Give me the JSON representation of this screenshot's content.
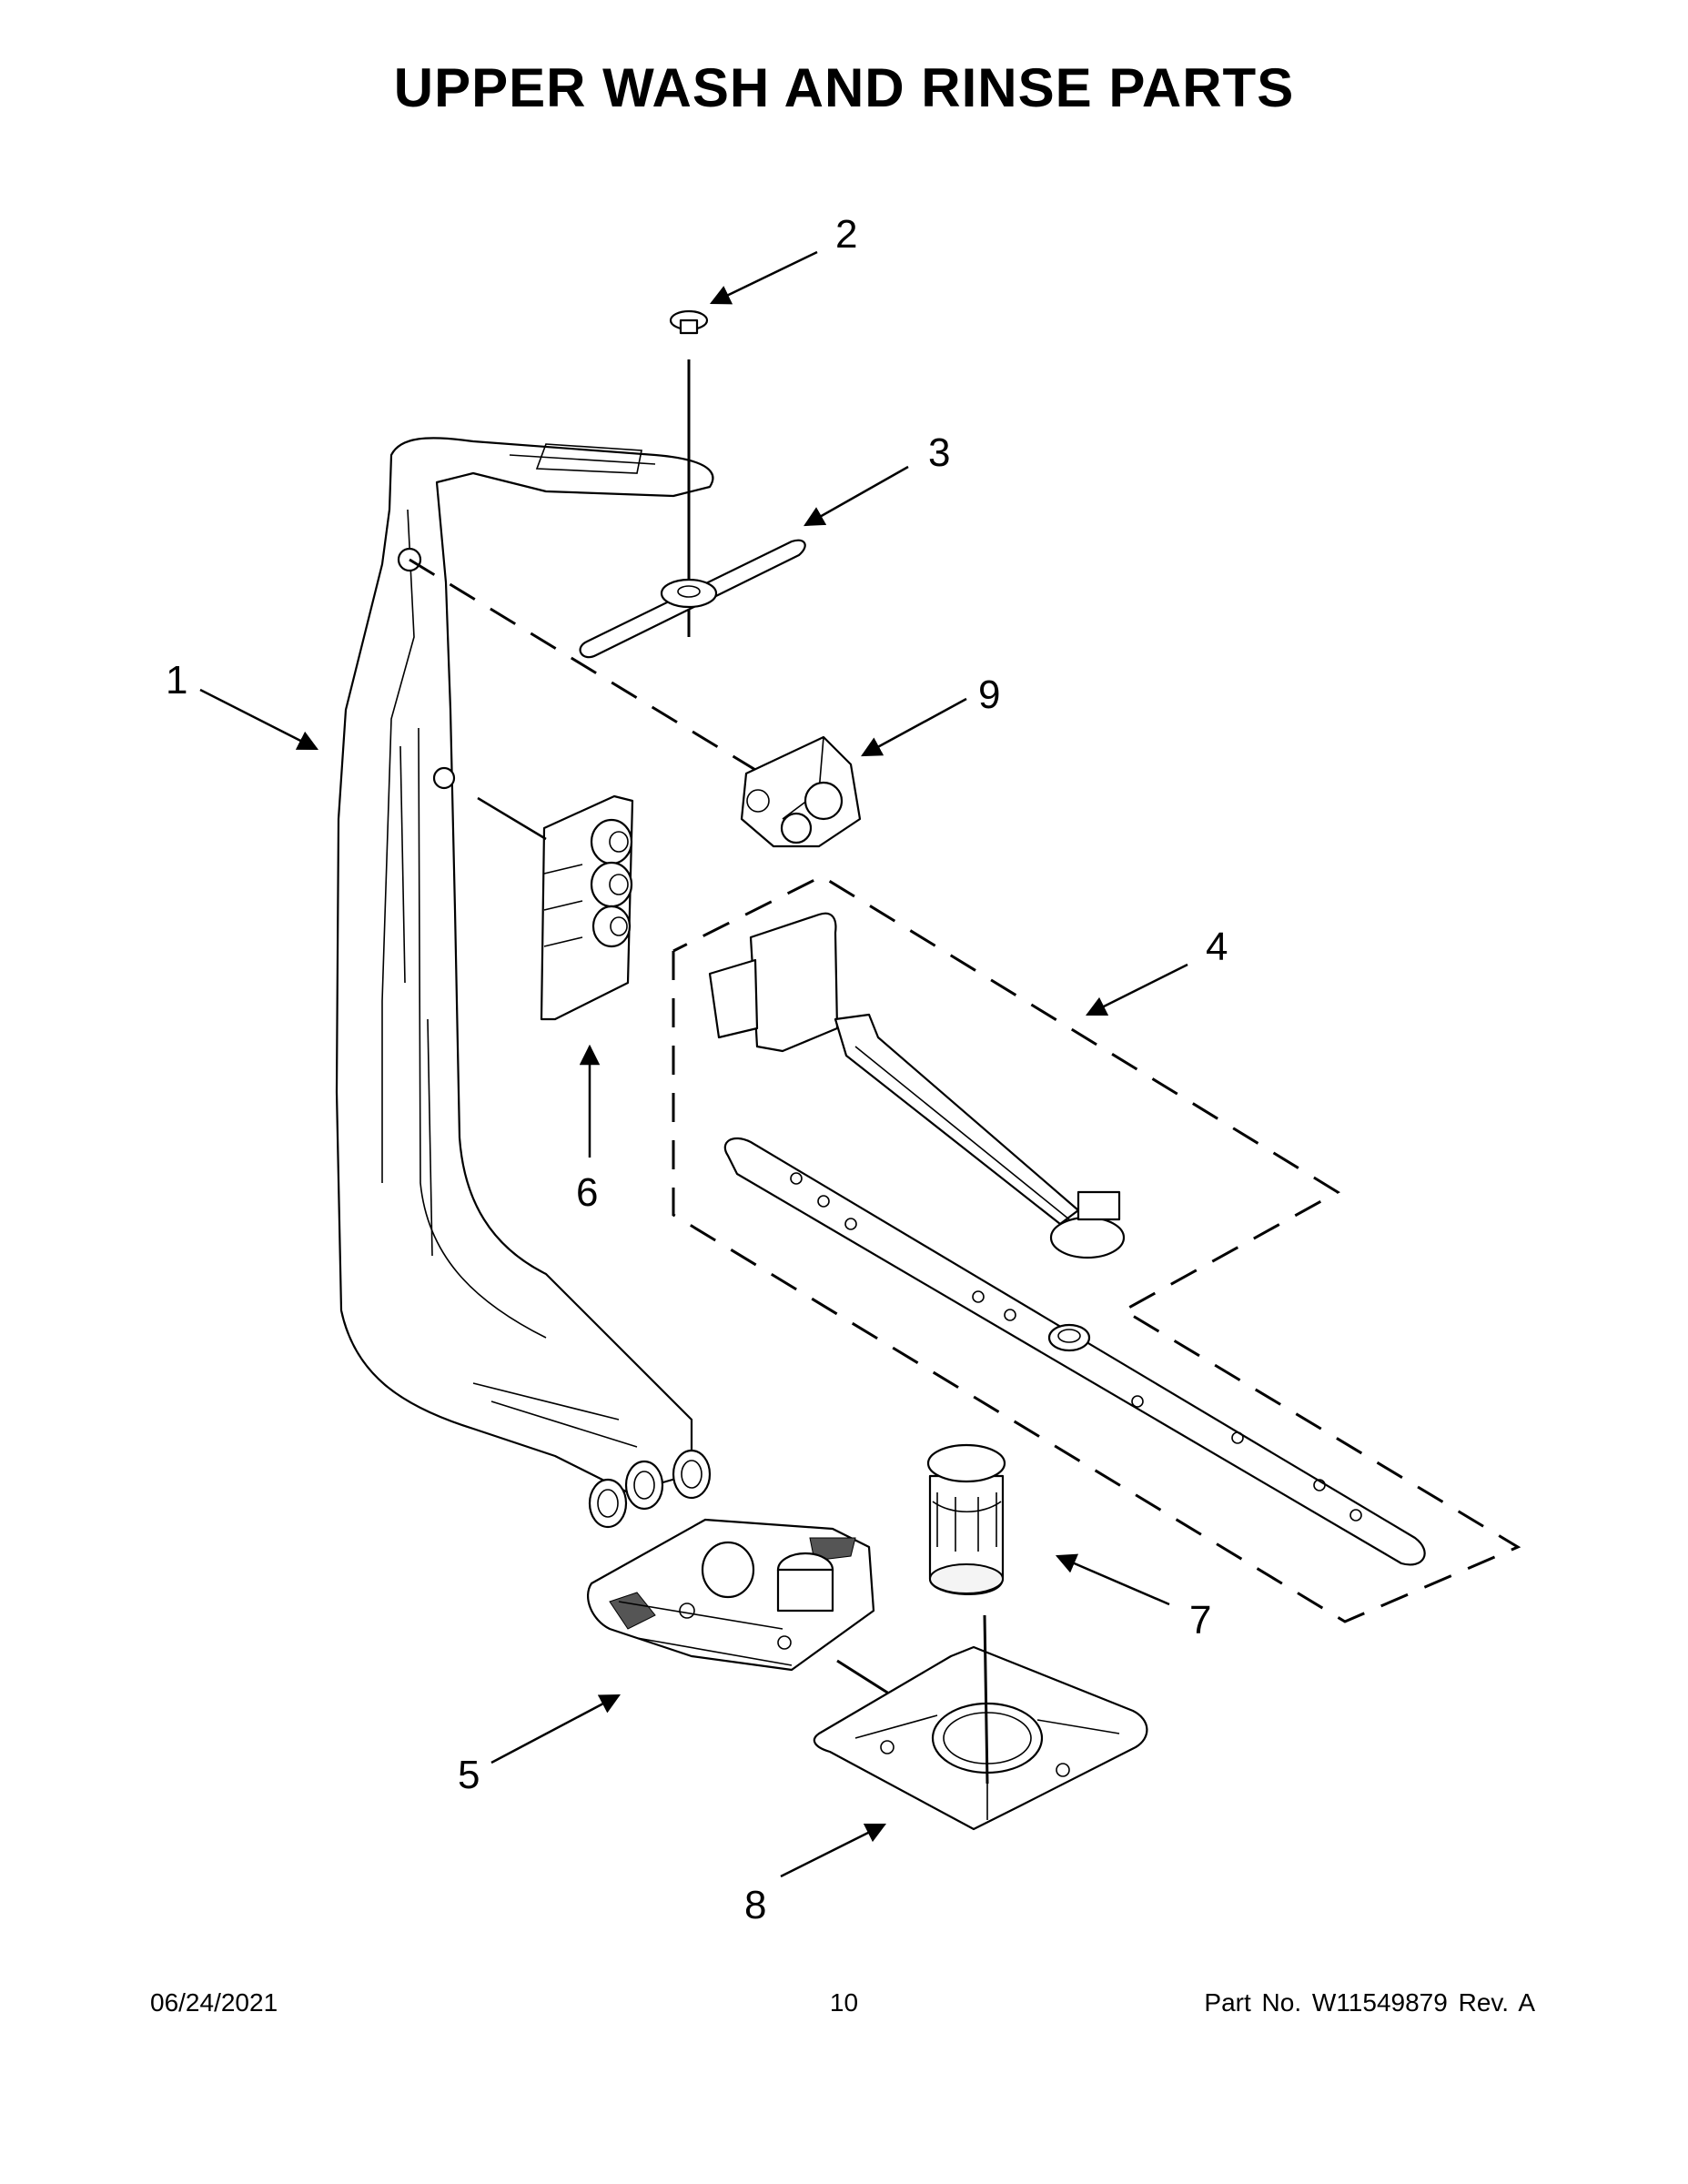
{
  "title": "UPPER WASH AND RINSE PARTS",
  "callouts": {
    "c1": "1",
    "c2": "2",
    "c3": "3",
    "c4": "4",
    "c5": "5",
    "c6": "6",
    "c7": "7",
    "c8": "8",
    "c9": "9"
  },
  "footer": {
    "date": "06/24/2021",
    "page": "10",
    "part_no": "Part No.  W11549879  Rev.  A"
  }
}
